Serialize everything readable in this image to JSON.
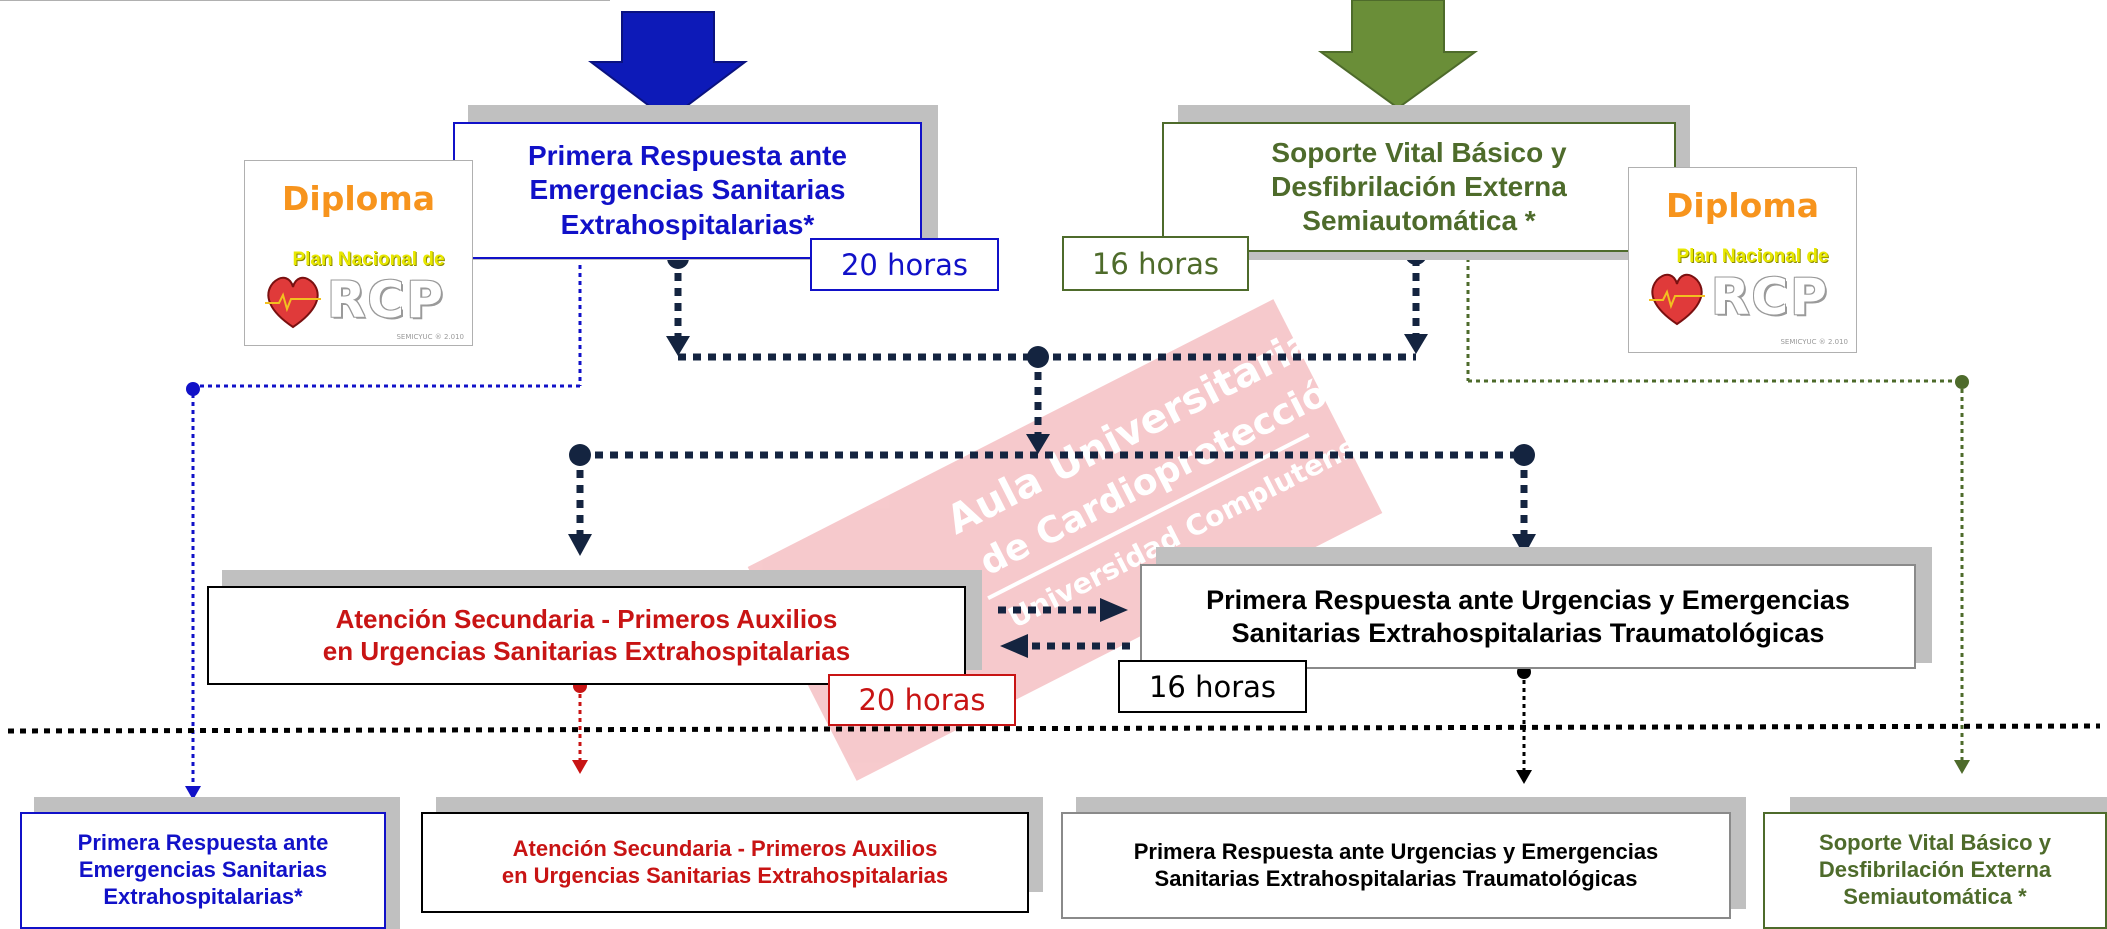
{
  "colors": {
    "blue": "#1111c8",
    "green": "#4e6b2b",
    "red": "#c81414",
    "navy": "#142440",
    "black": "#000000",
    "diploma_title": "#f7941d",
    "diploma_plan": "#e8e800",
    "watermark": "#f4b8bc"
  },
  "top": {
    "left_box": "Primera Respuesta ante\nEmergencias Sanitarias\nExtrahospitalarias*",
    "left_hours": "20 horas",
    "right_box": "Soporte Vital Básico y\nDesfibrilación Externa\nSemiautomática *",
    "right_hours": "16 horas"
  },
  "diploma": {
    "title": "Diploma",
    "plan": "Plan Nacional de",
    "logo": "RCP",
    "credit": "SEMICYUC ® 2.010"
  },
  "middle": {
    "left_box": "Atención Secundaria  - Primeros Auxilios\nen Urgencias Sanitarias Extrahospitalarias",
    "left_hours": "20 horas",
    "right_box": "Primera Respuesta ante Urgencias y Emergencias\nSanitarias Extrahospitalarias Traumatológicas",
    "right_hours": "16 horas"
  },
  "bottom": {
    "box1": "Primera Respuesta ante\nEmergencias Sanitarias\nExtrahospitalarias*",
    "box2": "Atención Secundaria  - Primeros Auxilios\nen Urgencias Sanitarias Extrahospitalarias",
    "box3": "Primera Respuesta ante Urgencias y Emergencias\nSanitarias Extrahospitalarias Traumatológicas",
    "box4": "Soporte Vital Básico y\nDesfibrilación Externa\nSemiautomática *"
  },
  "watermark": {
    "line1": "Aula Universitaria",
    "line2": "de Cardioprotección",
    "line3": "Universidad Complutense"
  }
}
